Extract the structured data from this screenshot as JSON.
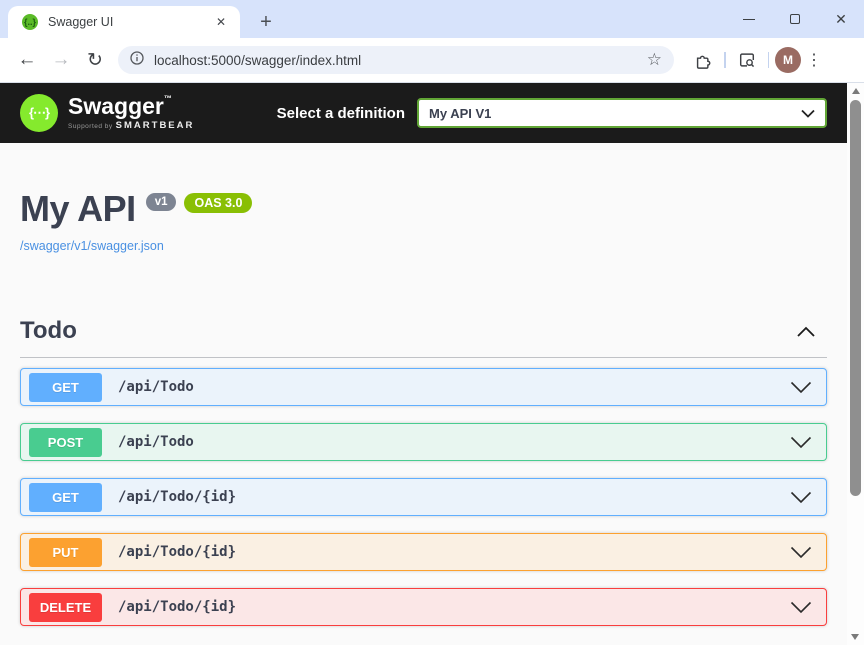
{
  "browser": {
    "tab_title": "Swagger UI",
    "url": "localhost:5000/swagger/index.html",
    "avatar_initial": "M",
    "new_tab_label": "+"
  },
  "topbar": {
    "brand": "Swagger",
    "supported_by": "Supported by",
    "supported_brand": "SMARTBEAR",
    "select_label": "Select a definition",
    "selected_definition": "My API V1"
  },
  "api": {
    "title": "My API",
    "version_badge": "v1",
    "oas_badge": "OAS 3.0",
    "spec_link": "/swagger/v1/swagger.json"
  },
  "sections": [
    {
      "title": "Todo",
      "expanded": true
    }
  ],
  "operations": [
    {
      "method": "GET",
      "path": "/api/Todo",
      "accent": "#61affe",
      "background": "#ebf3fb"
    },
    {
      "method": "POST",
      "path": "/api/Todo",
      "accent": "#49cc90",
      "background": "#e8f6f0"
    },
    {
      "method": "GET",
      "path": "/api/Todo/{id}",
      "accent": "#61affe",
      "background": "#ebf3fb"
    },
    {
      "method": "PUT",
      "path": "/api/Todo/{id}",
      "accent": "#fca130",
      "background": "#faf0e3"
    },
    {
      "method": "DELETE",
      "path": "/api/Todo/{id}",
      "accent": "#f93e3e",
      "background": "#fbe7e7"
    }
  ],
  "colors": {
    "header_bg": "#1b1b1b",
    "page_bg": "#fafafa",
    "tabstrip_bg": "#d7e3fb",
    "title_text": "#3b4151",
    "link": "#4990e2",
    "version_badge_bg": "#7d8492",
    "oas_badge_bg": "#89bf04",
    "select_border": "#62a636"
  }
}
